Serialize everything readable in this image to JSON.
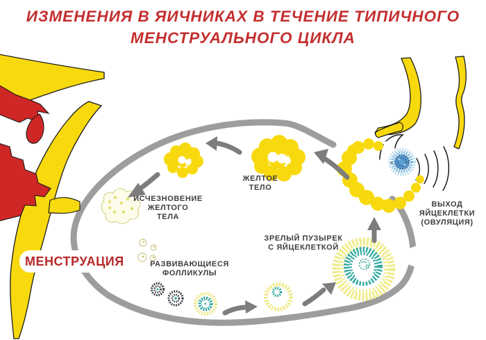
{
  "title": {
    "line1": "ИЗМЕНЕНИЯ В ЯИЧНИКАХ В ТЕЧЕНИЕ ТИПИЧНОГО",
    "line2": "МЕНСТРУАЛЬНОГО ЦИКЛА",
    "full": "ИЗМЕНЕНИЯ В ЯИЧНИКАХ В ТЕЧЕНИЕ ТИПИЧНОГО\nМЕНСТРУАЛЬНОГО ЦИКЛА"
  },
  "labels": {
    "corpus_luteum": "ЖЕЛТОЕ\nТЕЛО",
    "corpus_luteum_disappearance": "ИСЧЕЗНОВЕНИЕ\nЖЕЛТОГО\nТЕЛА",
    "developing_follicles": "РАЗВИВАЮЩИЕСЯ\nФОЛЛИКУЛЫ",
    "mature_vesicle": "ЗРЕЛЫЙ ПУЗЫРЕК\nС ЯЙЦЕКЛЕТКОЙ",
    "ovulation": "ВЫХОД\nЯЙЦЕКЛЕТКИ\n(ОВУЛЯЦИЯ)",
    "menstruation": "МЕНСТРУАЦИЯ"
  },
  "icons": {
    "ovary_outline": "ovary-outline",
    "cycle_arrows": "cycle-arrow",
    "egg_cell": "egg-cell",
    "corpus_luteum_shape": "corpus-luteum-shape",
    "corpus_albicans_shape": "corpus-albicans-shape",
    "follicle_stages": "follicle-stage",
    "ruptured_follicle": "ruptured-follicle",
    "uterus_anatomy": "uterus-anatomy",
    "fallopian_fimbriae": "fallopian-fimbriae"
  },
  "colors": {
    "title_red": "#c42e2e",
    "menstruation_red": "#b82828",
    "blood_red": "#cf2626",
    "anatomy_yellow": "#f8d90e",
    "follicle_pale_yellow": "#efeb8c",
    "ovary_outline_gray": "#9d9d9d",
    "arrow_gray": "#7d7d7d",
    "follicle_teal": "#35aaa2",
    "egg_blue": "#5b9bce",
    "label_text": "#3d3d3d",
    "background": "#ffffff"
  }
}
